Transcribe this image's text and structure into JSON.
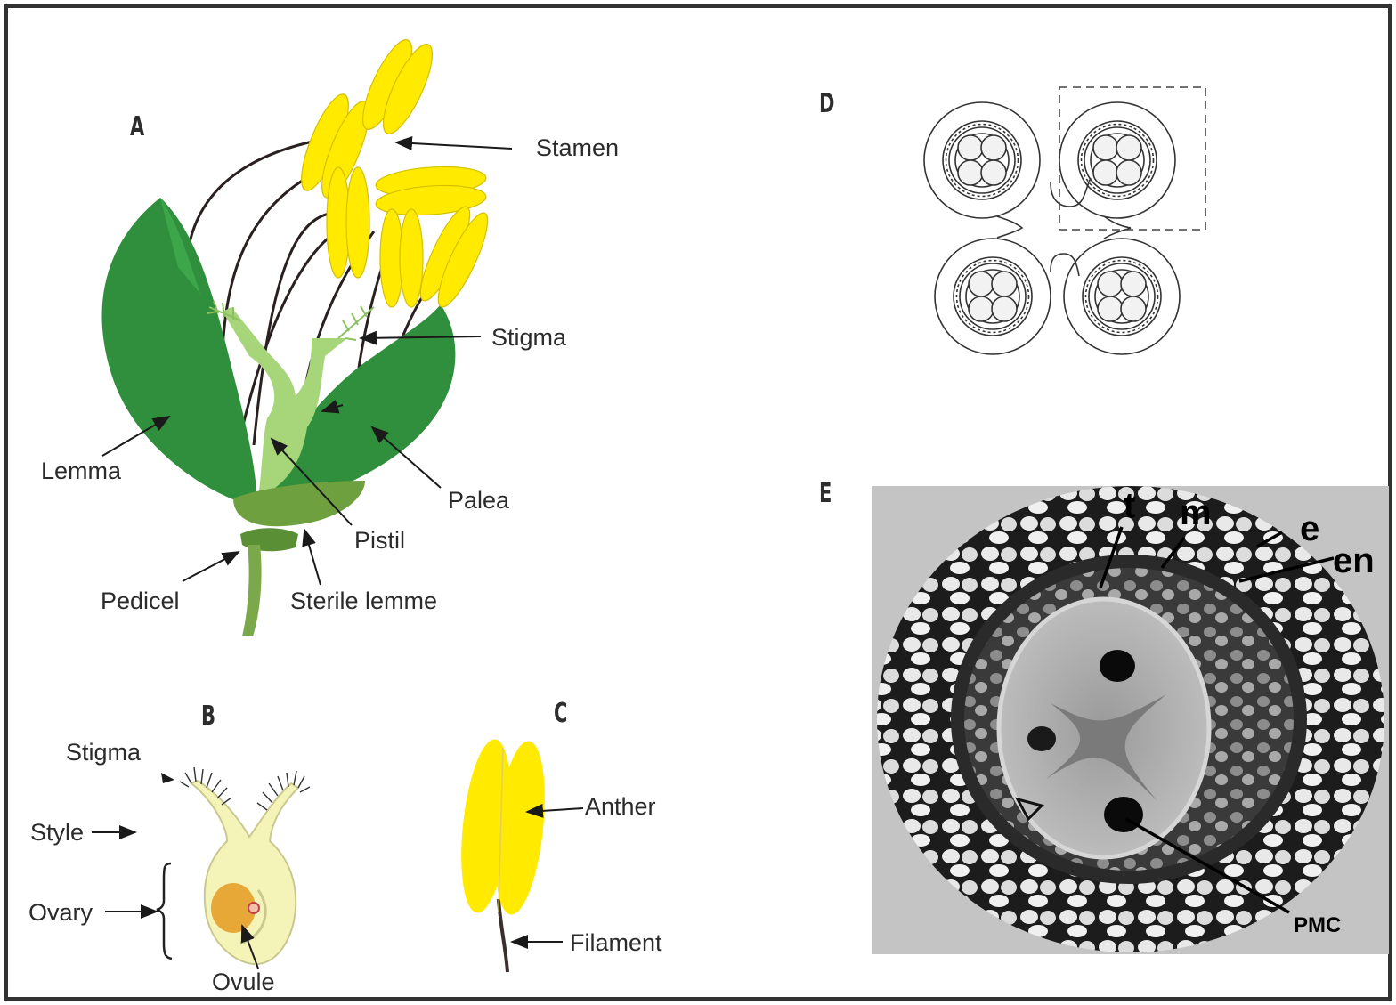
{
  "panels": {
    "a": "A",
    "b": "B",
    "c": "C",
    "d": "D",
    "e": "E"
  },
  "labels_a": {
    "stamen": "Stamen",
    "stigma": "Stigma",
    "lemma": "Lemma",
    "palea": "Palea",
    "pistil": "Pistil",
    "pedicel": "Pedicel",
    "sterile_lemme": "Sterile lemme"
  },
  "labels_b": {
    "stigma": "Stigma",
    "style": "Style",
    "ovary": "Ovary",
    "ovule": "Ovule"
  },
  "labels_c": {
    "anther": "Anther",
    "filament": "Filament"
  },
  "labels_e": {
    "t": "t",
    "m": "m",
    "e": "e",
    "en": "en",
    "pmc": "PMC"
  },
  "colors": {
    "anther_yellow": "#ffea00",
    "leaf_green": "#2e8b3a",
    "pistil_green": "#a7d47a",
    "ovary_fill": "#f4f4b8",
    "ovule_fill": "#e8a838",
    "micrograph_gray": "#bdbdbd"
  }
}
